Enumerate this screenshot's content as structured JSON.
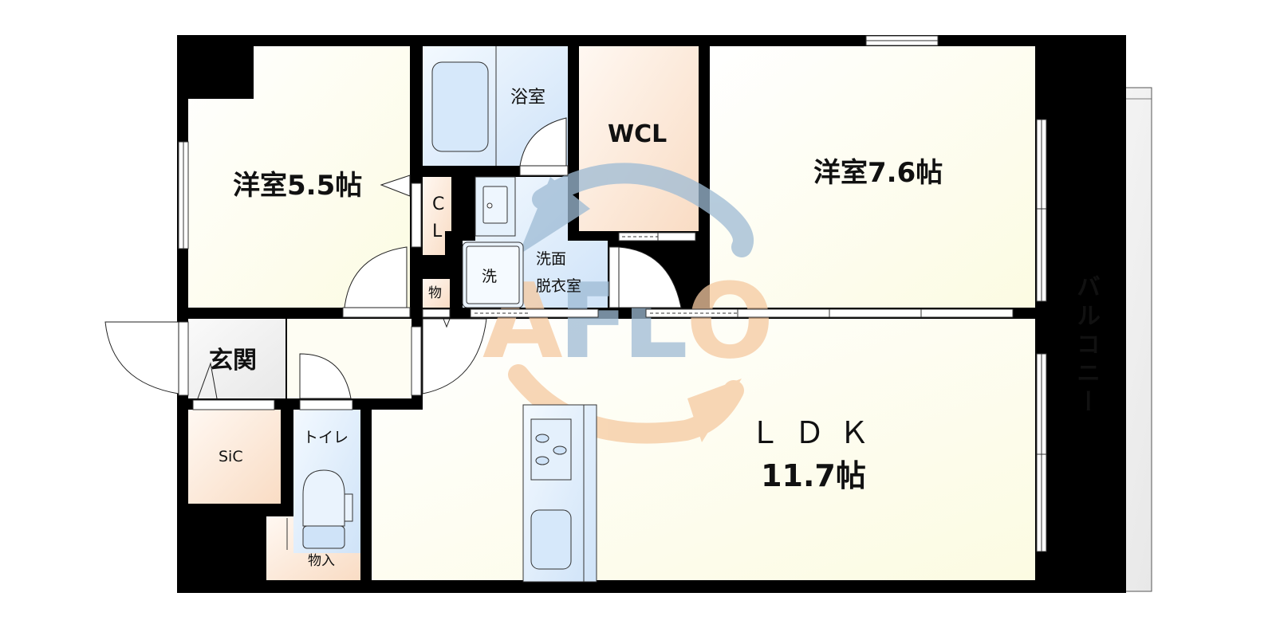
{
  "floorplan": {
    "title": "Apartment floor plan",
    "layout_type": "2LDK + WCL + SiC",
    "watermark": "AFLO",
    "colors": {
      "wall": "#000000",
      "bedroom_floor": "#fdfdeb",
      "wet_area": "#d8eafb",
      "storage": "#fbe3cf",
      "entrance": "#efefef",
      "balcony": "#f6f6f6",
      "watermark_blue": "#8fb2cf",
      "watermark_orange": "#f5c9a0"
    },
    "rooms": {
      "western_room_1": {
        "label": "洋室5.5帖",
        "type": "bedroom",
        "size_jo": 5.5
      },
      "western_room_2": {
        "label": "洋室7.6帖",
        "type": "bedroom",
        "size_jo": 7.6
      },
      "bathroom": {
        "label": "浴室",
        "type": "bath"
      },
      "walk_in_closet": {
        "label": "WCL",
        "type": "storage"
      },
      "closet": {
        "label_top": "C",
        "label_bottom": "L",
        "type": "storage"
      },
      "washroom": {
        "label_line1": "洗面",
        "label_line2": "脱衣室",
        "type": "wash"
      },
      "washer": {
        "label": "洗",
        "type": "appliance"
      },
      "small_storage": {
        "label": "物",
        "type": "storage"
      },
      "entrance": {
        "label": "玄関",
        "type": "entrance"
      },
      "shoe_closet": {
        "label": "SiC",
        "type": "storage"
      },
      "toilet": {
        "label": "トイレ",
        "type": "toilet"
      },
      "toilet_storage": {
        "label": "物入",
        "type": "storage"
      },
      "ldk": {
        "label_line1": "ＬＤＫ",
        "label_line2": "11.7帖",
        "type": "living",
        "size_jo": 11.7
      },
      "balcony": {
        "label": "バルコニー",
        "type": "balcony"
      }
    }
  }
}
